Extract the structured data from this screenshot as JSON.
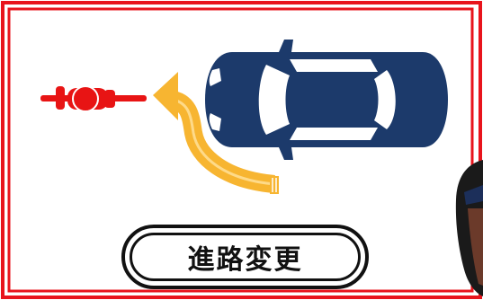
{
  "label": "進路変更",
  "colors": {
    "frame_red": "#e8141c",
    "car_navy": "#1c3a6b",
    "arrow_yellow": "#f7b531",
    "motorcycle_red": "#e81414"
  },
  "icons": [
    "car-topview",
    "motorcycle-topview",
    "curved-arrow",
    "police-officer-partial"
  ]
}
